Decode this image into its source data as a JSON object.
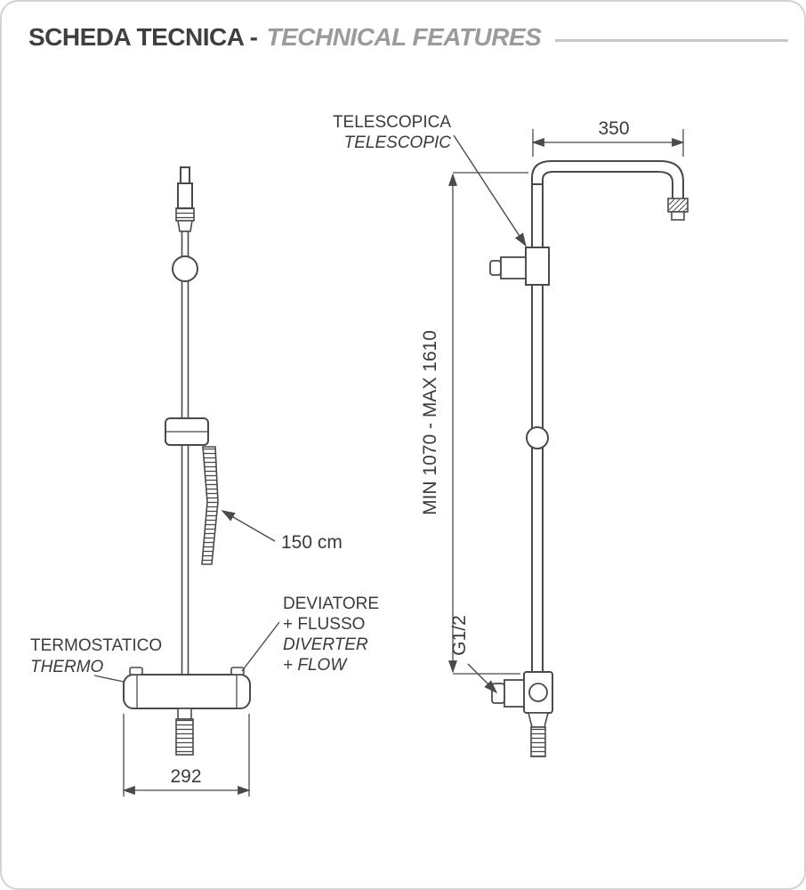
{
  "header": {
    "title_it": "SCHEDA TECNICA -",
    "title_en": "TECHNICAL FEATURES"
  },
  "front_view": {
    "hose_length_label": "150 cm",
    "thermostatic_label_it": "TERMOSTATICO",
    "thermostatic_label_en": "THERMO",
    "diverter_label_it_1": "DEVIATORE",
    "diverter_label_it_2": "+ FLUSSO",
    "diverter_label_en_1": "DIVERTER",
    "diverter_label_en_2": "+ FLOW",
    "width_dimension": "292"
  },
  "side_view": {
    "telescopic_label_it": "TELESCOPICA",
    "telescopic_label_en": "TELESCOPIC",
    "arm_dimension": "350",
    "height_dimension": "MIN 1070  -  MAX 1610",
    "thread_dimension": "G1/2"
  },
  "colors": {
    "line": "#4a4a4a",
    "text": "#3b3b3b",
    "muted_title": "#9b9b9b",
    "border": "#d2d2d2"
  }
}
